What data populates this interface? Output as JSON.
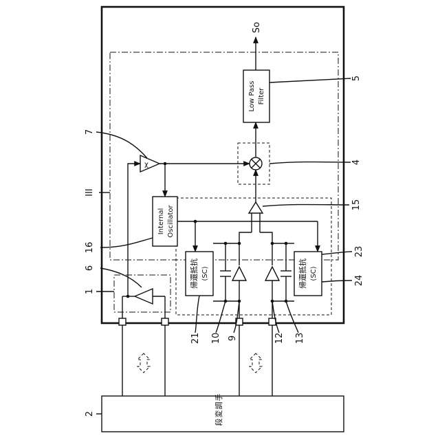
{
  "blocks": {
    "lpf": {
      "line1": "Low Pass",
      "line2": "Filter"
    },
    "osc": {
      "line1": "Internal",
      "line2": "Oscillator"
    },
    "sc_left": {
      "line1": "帰還抵抗",
      "line2": "(SC)"
    },
    "sc_right": {
      "line1": "帰還抵抗",
      "line2": "(SC)"
    },
    "modulator": {
      "c1": "変",
      "c2": "調",
      "c3": "手",
      "c4": "段"
    },
    "multiplier_symbol": "χ"
  },
  "output_label": "So",
  "refs": {
    "r1": "1",
    "r2": "2",
    "r4": "4",
    "r5": "5",
    "r6": "6",
    "r7": "7",
    "r9": "9",
    "r10": "10",
    "r12": "12",
    "r13": "13",
    "r15": "15",
    "r16": "16",
    "r21": "21",
    "r23": "23",
    "r24": "24",
    "riii": "III"
  }
}
